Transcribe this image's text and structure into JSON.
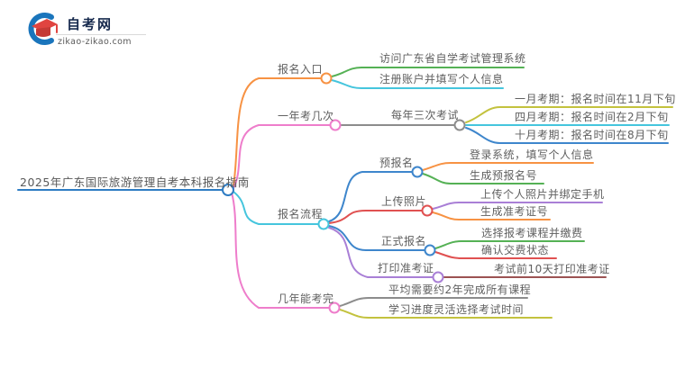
{
  "logo": {
    "title": "自考网",
    "domain": "zikao-zikao.com",
    "cap_color": "#e04440",
    "ring_color": "#1a75bc"
  },
  "root": {
    "label": "2025年广东国际旅游管理自考本科报名指南",
    "color": "#2e7cc3"
  },
  "branches": [
    {
      "label": "报名入口",
      "color": "#f79243",
      "children": [
        {
          "label": "访问广东省自学考试管理系统",
          "color": "#55b155"
        },
        {
          "label": "注册账户并填写个人信息",
          "color": "#45c5dd"
        }
      ]
    },
    {
      "label": "一年考几次",
      "color": "#ee7dcb",
      "children": [
        {
          "label": "每年三次考试",
          "color": "#8c8c8c",
          "children": [
            {
              "label": "一月考期：报名时间在11月下旬",
              "color": "#c3c23e"
            },
            {
              "label": "四月考期：报名时间在2月下旬",
              "color": "#45c5dd"
            },
            {
              "label": "十月考期：报名时间在8月下旬",
              "color": "#3e86cc"
            }
          ]
        }
      ]
    },
    {
      "label": "报名流程",
      "color": "#45c5dd",
      "children": [
        {
          "label": "预报名",
          "color": "#3e86cc",
          "children": [
            {
              "label": "登录系统，填写个人信息",
              "color": "#f79243"
            },
            {
              "label": "生成预报名号",
              "color": "#55b155"
            }
          ]
        },
        {
          "label": "上传照片",
          "color": "#e05151",
          "children": [
            {
              "label": "上传个人照片并绑定手机",
              "color": "#a97fd6"
            },
            {
              "label": "生成准考证号",
              "color": "#f79243"
            }
          ]
        },
        {
          "label": "正式报名",
          "color": "#3e86cc",
          "children": [
            {
              "label": "选择报考课程并缴费",
              "color": "#55b155"
            },
            {
              "label": "确认交费状态",
              "color": "#e05151"
            }
          ]
        },
        {
          "label": "打印准考证",
          "color": "#a97fd6",
          "children": [
            {
              "label": "考试前10天打印准考证",
              "color": "#9c5353"
            }
          ]
        }
      ]
    },
    {
      "label": "几年能考完",
      "color": "#ee7dcb",
      "children": [
        {
          "label": "平均需要约2年完成所有课程",
          "color": "#8c8c8c"
        },
        {
          "label": "学习进度灵活选择考试时间",
          "color": "#c3c23e"
        }
      ]
    }
  ]
}
